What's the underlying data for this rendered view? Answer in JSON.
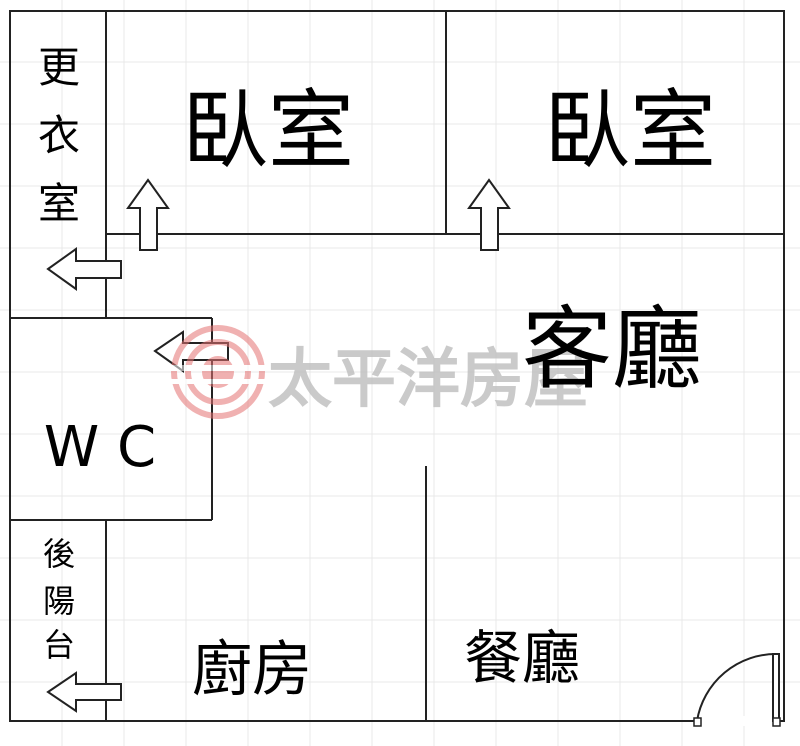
{
  "rooms": {
    "bedroom_1": "臥室",
    "bedroom_2": "臥室",
    "closet_line1": "更",
    "closet_line2": "衣",
    "closet_line3": "室",
    "living_room": "客廳",
    "wc": "W C",
    "balcony_line1": "後",
    "balcony_line2": "陽",
    "balcony_line3": "台",
    "kitchen": "廚房",
    "dining_room": "餐廳"
  },
  "watermark": "太平洋房屋",
  "colors": {
    "wall": "#222222",
    "grid": "#e6e6e6",
    "watermark_text": "#bdbdbd",
    "logo": "#e57373"
  }
}
